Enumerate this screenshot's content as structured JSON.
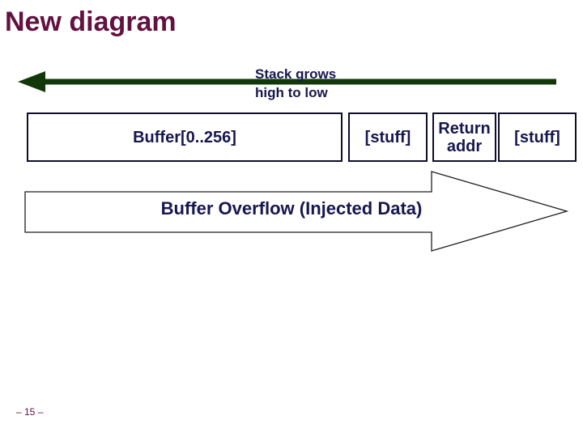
{
  "slide": {
    "title": "New diagram",
    "page_number": "– 15 –"
  },
  "colors": {
    "title_text": "#621140",
    "diagram_text": "#17174f",
    "stack_arrow": "#113808",
    "box_border": "#0e0e2c",
    "arrow_outline": "#1f1f1f",
    "slide_bg": "#ffffff"
  },
  "diagram": {
    "stack_arrow": {
      "direction": "left",
      "label_line1": "Stack grows",
      "label_line2": "high to low"
    },
    "memory_boxes": [
      {
        "label": "Buffer[0..256]"
      },
      {
        "label": "[stuff]"
      },
      {
        "label": "Return addr"
      },
      {
        "label": "[stuff]"
      }
    ],
    "overflow_arrow": {
      "direction": "right",
      "label": "Buffer Overflow (Injected Data)"
    }
  }
}
